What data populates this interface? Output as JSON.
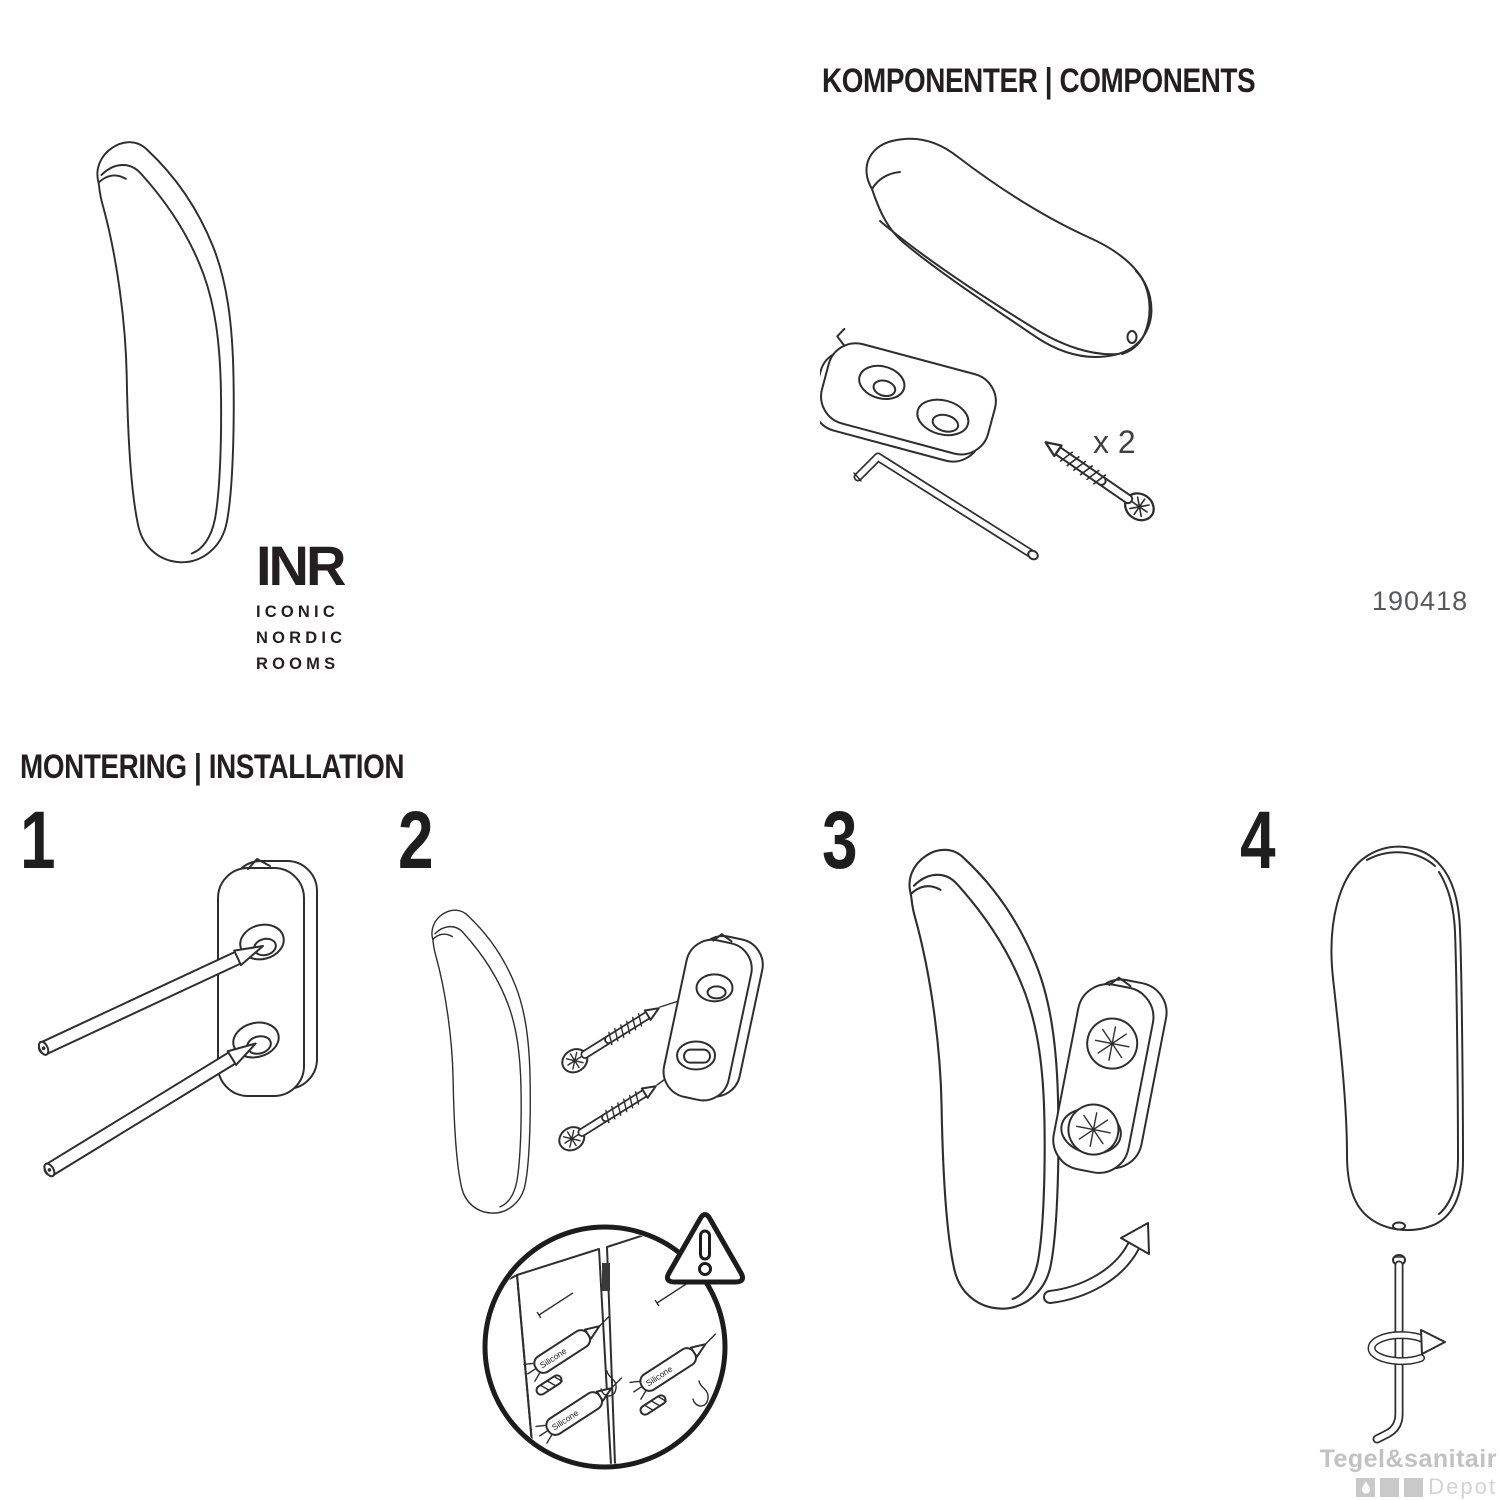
{
  "ink": "#2e2e2e",
  "brand": {
    "logo": "INR",
    "tagline": [
      "ICONIC",
      "NORDIC",
      "ROOMS"
    ]
  },
  "components": {
    "heading": "KOMPONENTER | COMPONENTS",
    "screw_count": "x 2",
    "doc_number": "190418",
    "parts": [
      "hook-body",
      "wall-plate",
      "allen-key",
      "screw"
    ]
  },
  "installation": {
    "heading": "MONTERING | INSTALLATION",
    "steps": [
      "1",
      "2",
      "3",
      "4"
    ],
    "silicone_label": "Silicone"
  },
  "watermark": {
    "name": "Tegel&sanitair",
    "suffix": "Depot"
  }
}
